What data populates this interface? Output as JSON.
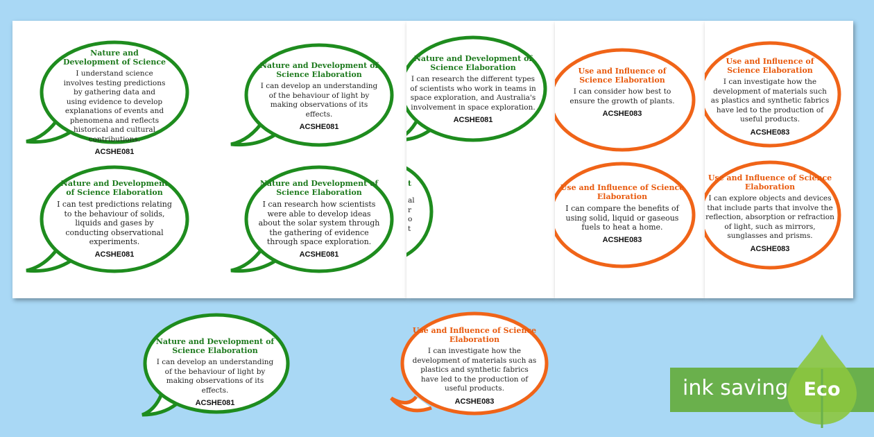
{
  "cards": [
    {
      "title": "Nature and Development of Science",
      "body": "I understand science involves testing predictions by gathering data and using evidence to develop explanations of events and phenomena and reflects historical and cultural contributions.",
      "code": "ACSHE081"
    },
    {
      "title": "Nature and Development of Science Elaboration",
      "body": "I can develop an understanding of the behaviour of light by making observations of its effects.",
      "code": "ACSHE081"
    },
    {
      "title": "Nature and Development of Science Elaboration",
      "body": "I can research the different types of scientists who work in teams in space exploration, and Australia's involvement in space exploration.",
      "code": "ACSHE081"
    },
    {
      "title": "Use and Influence of Science Elaboration",
      "body": "I can consider how best to ensure the growth of plants.",
      "code": "ACSHE083"
    },
    {
      "title": "Use and Influence of Science Elaboration",
      "body": "I can investigate how the development of materials such as plastics and synthetic fabrics have led to the production of useful products.",
      "code": "ACSHE083"
    },
    {
      "title": "Nature and Development of Science Elaboration",
      "body": "I can test predictions relating to the behaviour of solids, liquids and gases by conducting observational experiments.",
      "code": "ACSHE081"
    },
    {
      "title": "Nature and Development of Science Elaboration",
      "body": "I can research how scientists were able to develop ideas about the solar system through the gathering of evidence through space exploration.",
      "code": "ACSHE081"
    },
    {
      "title": "Use and Influence of Science Elaboration",
      "body": "I can compare the benefits of using solid, liquid or gaseous fuels to heat a home.",
      "code": "ACSHE083"
    },
    {
      "title": "Use and Influence of Science Elaboration",
      "body": "I can explore objects and devices that include parts that involve the reflection, absorption or refraction of light, such as mirrors, sunglasses and prisms.",
      "code": "ACSHE083"
    },
    {
      "title": "Nature and Development of Science Elaboration",
      "body": "I can develop an understanding of the behaviour of light by making observations of its effects.",
      "code": "ACSHE081"
    },
    {
      "title": "Use and Influence of Science Elaboration",
      "body": "I can investigate how the development of materials such as plastics and synthetic fabrics have led to the production of useful products.",
      "code": "ACSHE083"
    }
  ],
  "partial_card": {
    "title": "t",
    "body_lines": [
      "al",
      "r",
      "o",
      "t"
    ]
  },
  "badge": {
    "label": "ink saving",
    "eco": "Eco"
  },
  "colors": {
    "green": "#1e8c1e",
    "orange": "#f06418",
    "badge": "#6ab04c",
    "background": "#a9d8f5"
  }
}
